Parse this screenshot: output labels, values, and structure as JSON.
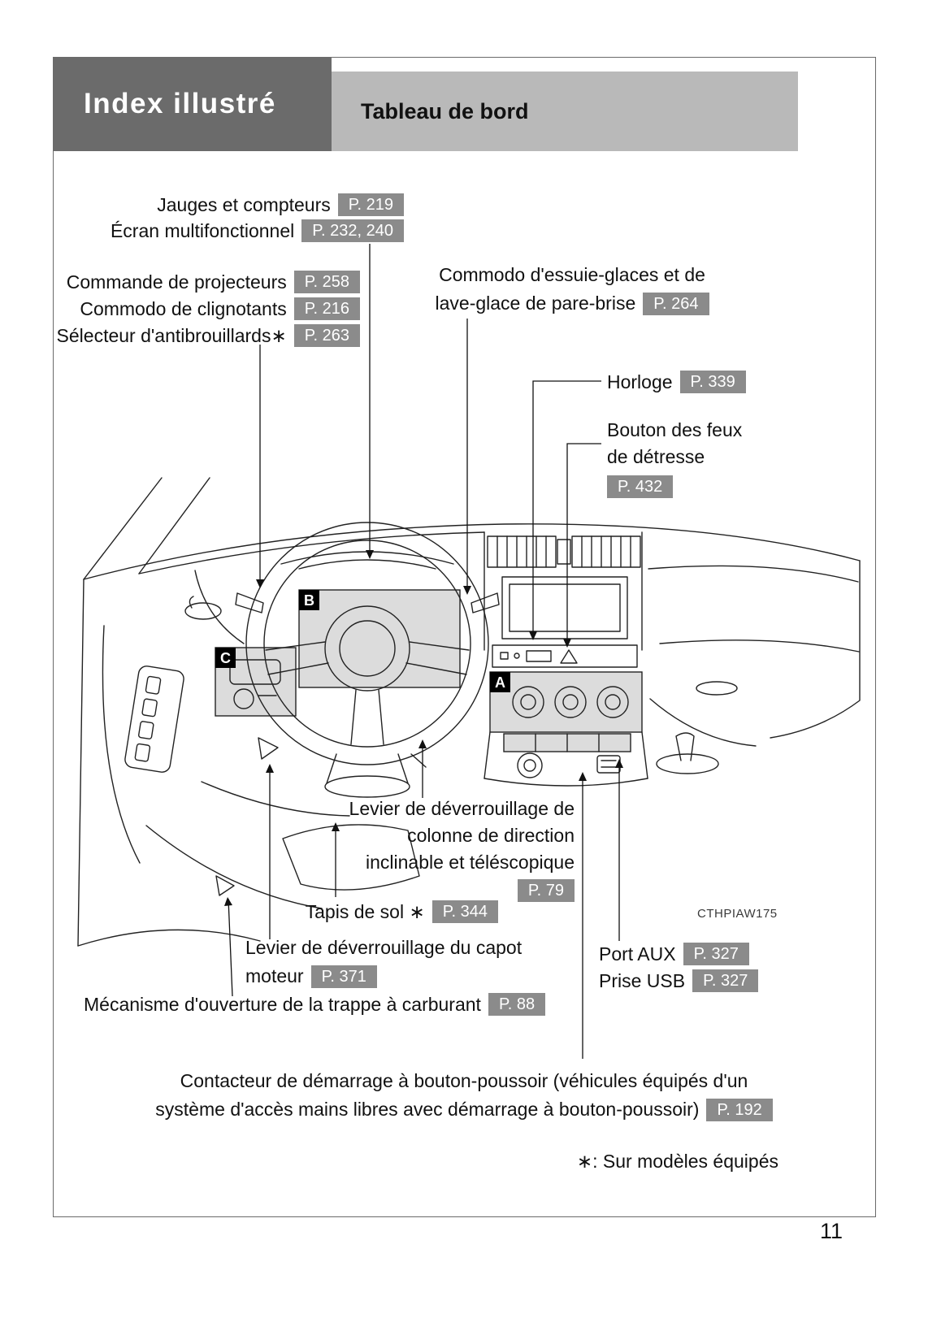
{
  "header": {
    "chapter": "Index illustré",
    "section": "Tableau de bord"
  },
  "callouts": {
    "gauges": {
      "text": "Jauges et compteurs",
      "page": "P. 219"
    },
    "multi_display": {
      "text": "Écran multifonctionnel",
      "page": "P. 232, 240"
    },
    "headlight": {
      "text": "Commande de projecteurs",
      "page": "P. 258"
    },
    "turn_signal": {
      "text": "Commodo de clignotants",
      "page": "P. 216"
    },
    "fog_light": {
      "text": "Sélecteur d'antibrouillards∗",
      "page": "P. 263"
    },
    "wiper": {
      "line1": "Commodo d'essuie-glaces et de",
      "line2": "lave-glace de pare-brise",
      "page": "P. 264"
    },
    "clock": {
      "text": "Horloge",
      "page": "P. 339"
    },
    "hazard": {
      "line1": "Bouton des feux",
      "line2": "de détresse",
      "page": "P. 432"
    },
    "tilt_steering": {
      "line1": "Levier de déverrouillage de",
      "line2": "colonne de direction",
      "line3": "inclinable et téléscopique",
      "page": "P. 79"
    },
    "floor_mats": {
      "text": "Tapis de sol ∗",
      "page": "P. 344"
    },
    "hood": {
      "line1": "Levier de déverrouillage du capot",
      "line2": "moteur",
      "page": "P. 371"
    },
    "fuel_door": {
      "text": "Mécanisme d'ouverture de la trappe à carburant",
      "page": "P. 88"
    },
    "aux_port": {
      "text": "Port AUX",
      "page": "P. 327"
    },
    "usb_port": {
      "text": "Prise USB",
      "page": "P. 327"
    },
    "push_start": {
      "line1": "Contacteur de démarrage à bouton-poussoir (véhicules équipés d'un",
      "line2": "système d'accès mains libres avec démarrage à bouton-poussoir)",
      "page": "P. 192"
    }
  },
  "markers": {
    "a": "A",
    "b": "B",
    "c": "C"
  },
  "figure_code": "CTHPIAW175",
  "footnote": "∗: Sur modèles équipés",
  "page_number": "11",
  "colors": {
    "header_dark": "#6b6b6b",
    "header_light": "#b9b9b9",
    "badge_gray": "#8b8b8b"
  }
}
